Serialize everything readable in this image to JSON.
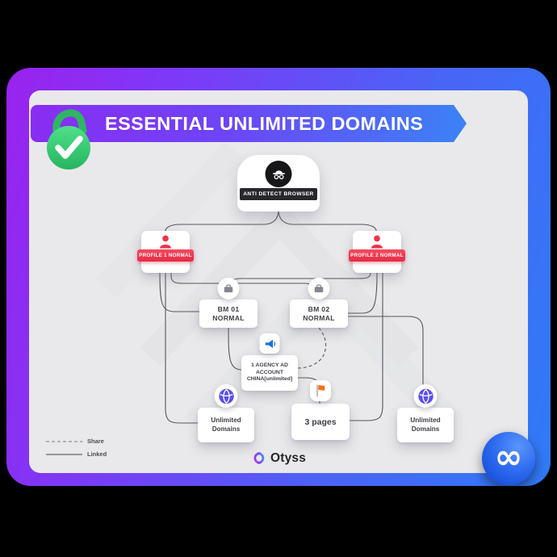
{
  "header": {
    "title": "ESSENTIAL UNLIMITED DOMAINS"
  },
  "diagram": {
    "browser": {
      "label": "ANTI DETECT BROWSER"
    },
    "profile_1": {
      "label": "PROFILE 1 NORMAL"
    },
    "profile_2": {
      "label": "PROFILE 2 NORMAL"
    },
    "bm_1": {
      "line1": "BM 01",
      "line2": "NORMAL"
    },
    "bm_2": {
      "line1": "BM 02",
      "line2": "NORMAL"
    },
    "agency": {
      "line1": "1 AGENCY AD",
      "line2": "ACCOUNT",
      "line3": "CHINA[unlimited]"
    },
    "domains_left": {
      "line1": "Unlimited",
      "line2": "Domains"
    },
    "pages": {
      "label": "3 pages"
    },
    "domains_right": {
      "line1": "Unlimited",
      "line2": "Domains"
    }
  },
  "legend": {
    "share_label": "Share",
    "linked_label": "Linked"
  },
  "footer": {
    "brand_name": "Otyss",
    "meta_symbol": "∞"
  },
  "colors": {
    "frame_purple": "#8a2cf3",
    "frame_blue": "#2f7bf6",
    "accent_red": "#f03a50",
    "lock_green": "#3ecf6f",
    "connector_gray": "#56565e",
    "megaphone_blue": "#1e71d6",
    "globe_indigo": "#5b50e8",
    "flag_orange": "#f97316",
    "meta_blue": "#2563eb"
  }
}
